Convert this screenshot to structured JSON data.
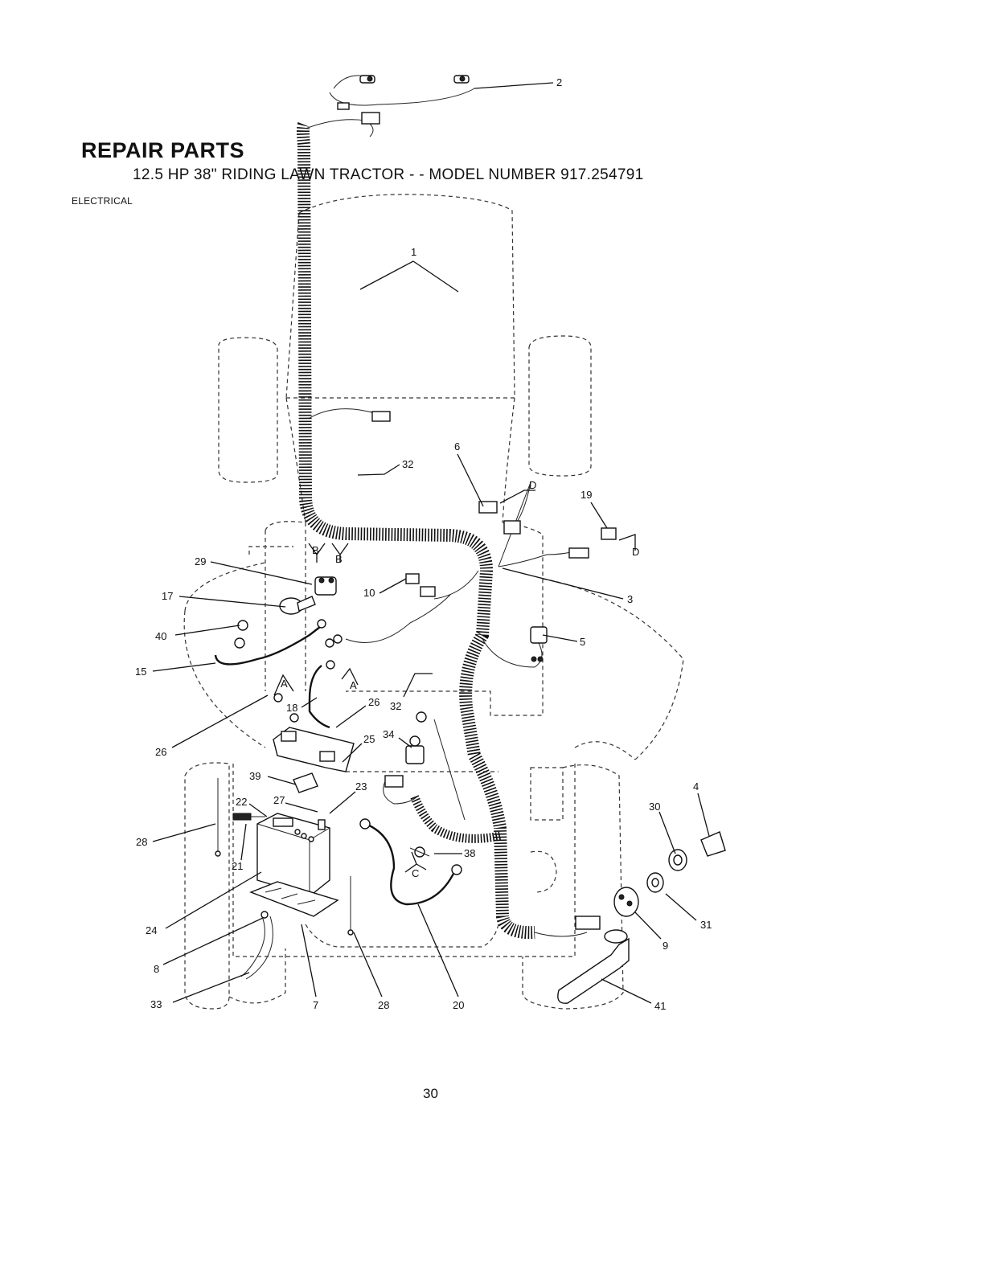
{
  "header": {
    "title": "REPAIR PARTS",
    "subtitle": "12.5 HP 38\" RIDING LAWN TRACTOR - - MODEL NUMBER 917.254791",
    "section": "ELECTRICAL"
  },
  "callouts": {
    "c1": "1",
    "c2": "2",
    "c3": "3",
    "c4": "4",
    "c5": "5",
    "c6": "6",
    "c7": "7",
    "c8": "8",
    "c9": "9",
    "c10": "10",
    "c15": "15",
    "c17": "17",
    "c18": "18",
    "c19": "19",
    "c20": "20",
    "c21": "21",
    "c22": "22",
    "c23": "23",
    "c24": "24",
    "c25": "25",
    "c26a": "26",
    "c26b": "26",
    "c27": "27",
    "c28a": "28",
    "c28b": "28",
    "c29": "29",
    "c30": "30",
    "c31": "31",
    "c32a": "32",
    "c32b": "32",
    "c33": "33",
    "c34": "34",
    "c38": "38",
    "c39": "39",
    "c40": "40",
    "c41": "41"
  },
  "connectors": {
    "a1": "A",
    "a2": "A",
    "b1": "B",
    "b2": "B",
    "cc": "C",
    "d1": "D",
    "d2": "D"
  },
  "footer": {
    "page_number": "30"
  }
}
